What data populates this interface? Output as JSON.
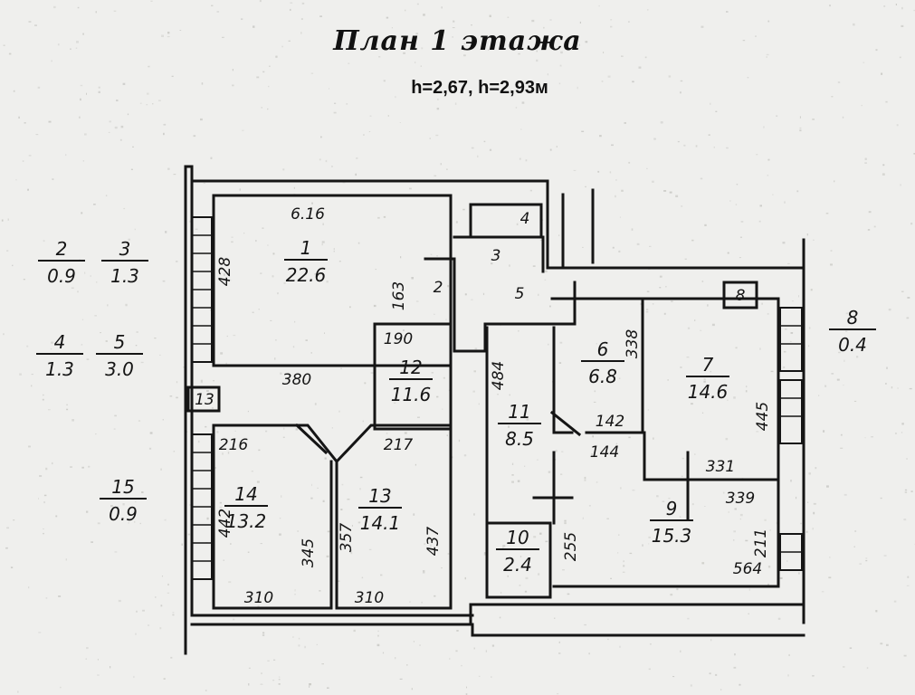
{
  "title": "План 1 этажа",
  "subtitle": "h=2,67,  h=2,93м",
  "colors": {
    "ink": "#151515",
    "paper": "#efefed"
  },
  "rooms": [
    {
      "num": "1",
      "area": "22.6"
    },
    {
      "num": "6",
      "area": "6.8"
    },
    {
      "num": "7",
      "area": "14.6"
    },
    {
      "num": "9",
      "area": "15.3"
    },
    {
      "num": "10",
      "area": "2.4"
    },
    {
      "num": "11",
      "area": "8.5"
    },
    {
      "num": "12",
      "area": "11.6"
    },
    {
      "num": "13",
      "area": "14.1"
    },
    {
      "num": "14",
      "area": "13.2"
    }
  ],
  "legend": [
    {
      "num": "2",
      "area": "0.9"
    },
    {
      "num": "3",
      "area": "1.3"
    },
    {
      "num": "4",
      "area": "1.3"
    },
    {
      "num": "5",
      "area": "3.0"
    },
    {
      "num": "15",
      "area": "0.9"
    },
    {
      "num": "8",
      "area": "0.4"
    }
  ],
  "small_labels": [
    "2",
    "3",
    "4",
    "5",
    "8",
    "13"
  ],
  "dimensions": [
    "6.16",
    "428",
    "163",
    "190",
    "380",
    "216",
    "217",
    "442",
    "345",
    "357",
    "437",
    "310",
    "310",
    "484",
    "338",
    "142",
    "144",
    "445",
    "331",
    "339",
    "211",
    "564",
    "255"
  ]
}
